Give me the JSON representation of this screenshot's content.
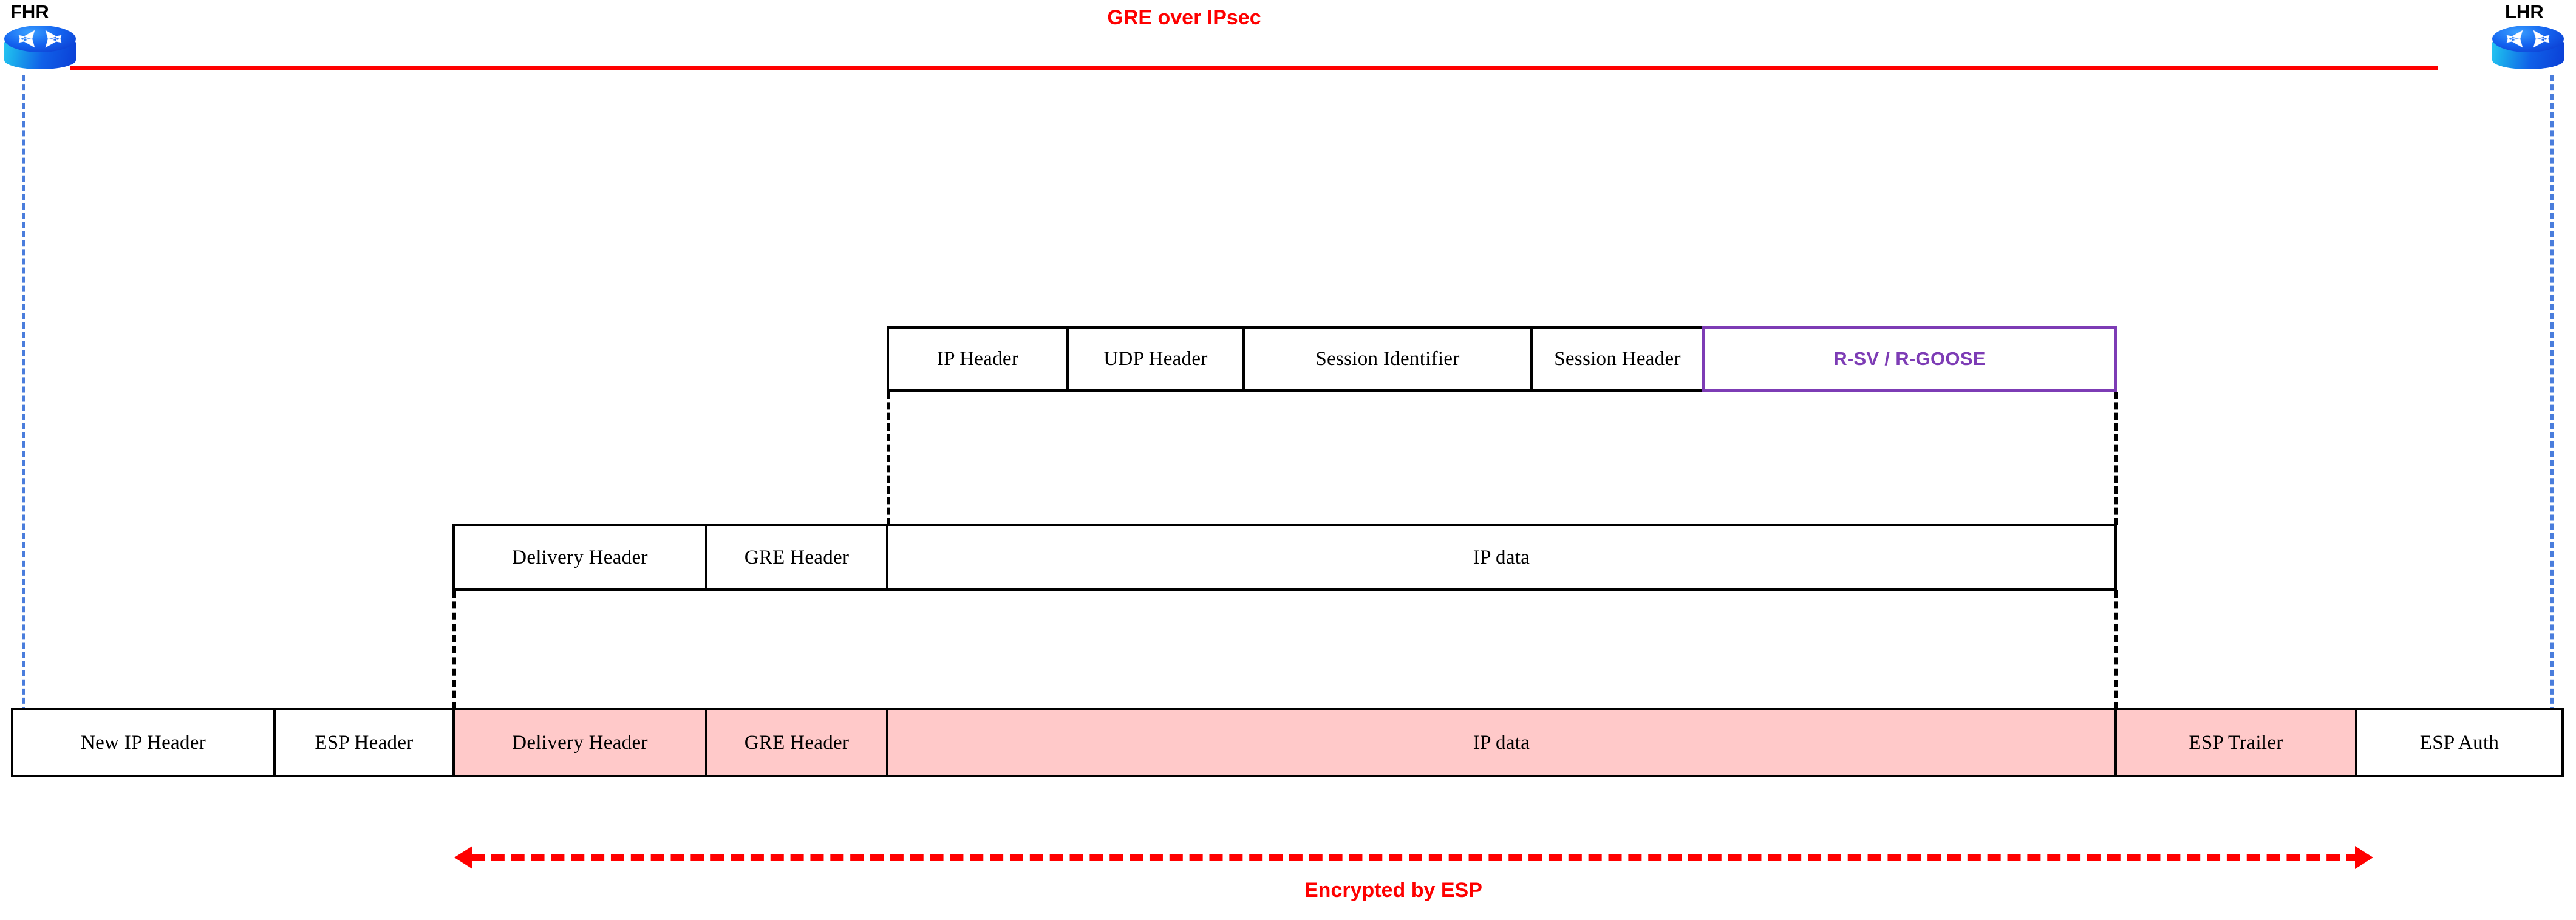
{
  "diagram": {
    "tunnel_title": "GRE over IPsec",
    "encryption_label": "Encrypted by ESP",
    "colors": {
      "tunnel_red": "#fe0000",
      "encrypted_pink": "#ffc9c9",
      "rgoose_purple": "#7d3cb5",
      "boundary_blue": "#4a7ddc",
      "box_border": "#000000"
    }
  },
  "routers": [
    {
      "label": "FHR",
      "name": "first-hop-router"
    },
    {
      "label": "LHR",
      "name": "last-hop-router"
    }
  ],
  "rows": {
    "application": {
      "name": "r-goose-application-pdu-row",
      "fields": [
        {
          "label": "IP Header",
          "style": "plain"
        },
        {
          "label": "UDP Header",
          "style": "plain"
        },
        {
          "label": "Session Identifier",
          "style": "plain"
        },
        {
          "label": "Session  Header",
          "style": "plain"
        },
        {
          "label": "R-SV / R-GOOSE",
          "style": "purple"
        }
      ]
    },
    "gre": {
      "name": "gre-encapsulated-packet-row",
      "fields": [
        {
          "label": "Delivery  Header",
          "style": "plain"
        },
        {
          "label": "GRE Header",
          "style": "plain"
        },
        {
          "label": "IP data",
          "style": "plain"
        }
      ]
    },
    "ipsec": {
      "name": "ipsec-esp-tunnel-packet-row",
      "fields": [
        {
          "label": "New IP Header",
          "style": "plain"
        },
        {
          "label": "ESP Header",
          "style": "plain"
        },
        {
          "label": "Delivery  Header",
          "style": "pink"
        },
        {
          "label": "GRE Header",
          "style": "pink"
        },
        {
          "label": "IP data",
          "style": "pink"
        },
        {
          "label": "ESP Trailer",
          "style": "pink"
        },
        {
          "label": "ESP Auth",
          "style": "plain"
        }
      ]
    }
  }
}
